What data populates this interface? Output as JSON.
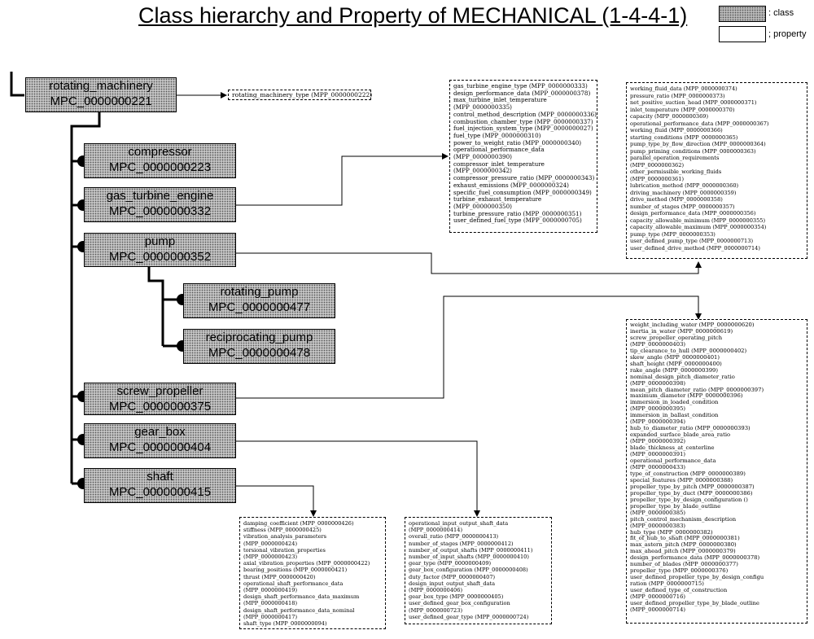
{
  "title": "Class hierarchy and Property of MECHANICAL (1-4-4-1)",
  "legend": {
    "class_label": ": class",
    "property_label": "; property"
  },
  "classes": {
    "rotating_machinery": {
      "name": "rotating_machinery",
      "id": "MPC_0000000221"
    },
    "compressor": {
      "name": "compressor",
      "id": "MPC_0000000223"
    },
    "gas_turbine_engine": {
      "name": "gas_turbine_engine",
      "id": "MPC_0000000332"
    },
    "pump": {
      "name": "pump",
      "id": "MPC_0000000352"
    },
    "rotating_pump": {
      "name": "rotating_pump",
      "id": "MPC_0000000477"
    },
    "reciprocating_pump": {
      "name": "reciprocating_pump",
      "id": "MPC_0000000478"
    },
    "screw_propeller": {
      "name": "screw_propeller",
      "id": "MPC_0000000375"
    },
    "gear_box": {
      "name": "gear_box",
      "id": "MPC_0000000404"
    },
    "shaft": {
      "name": "shaft",
      "id": "MPC_0000000415"
    }
  },
  "properties": {
    "rotating_machinery": [
      "rotating_machinery_type (MPP_0000000222)"
    ],
    "gas_turbine_engine": [
      "gas_turbine_engine_type (MPP_0000000333)",
      "design_performance_data (MPP_0000000378)",
      "max_turbine_inlet_temperature",
      "(MPP_0000000335)",
      "control_method_description (MPP_0000000336)",
      "combustion_chamber_type (MPP_0000000337)",
      "fuel_injection_system_type (MPP_0000000027)",
      "fuel_type (MPP_0000000310)",
      "power_to_weight_ratio (MPP_0000000340)",
      "operational_performance_data",
      "(MPP_0000000390)",
      "compressor_inlet_temperature",
      "(MPP_0000000342)",
      "compressor_pressure_ratio (MPP_0000000343)",
      "exhaust_emissions (MPP_0000000324)",
      "specific_fuel_consumption (MPP_0000000349)",
      "turbine_exhaust_temperature",
      "(MPP_0000000350)",
      "turbine_pressure_ratio (MPP_0000000351)",
      "user_defined_fuel_type (MPP_0000000705)"
    ],
    "pump": [
      "working_fluid_data (MPP_0000000374)",
      "pressure_ratio (MPP_0000000373)",
      "net_positive_suction_head (MPP_0000000371)",
      "inlet_temperature (MPP_0000000370)",
      "capacity (MPP_0000000369)",
      "operational_performance_data (MPP_0000000367)",
      "working_fluid (MPP_0000000366)",
      "starting_conditions (MPP_0000000365)",
      "pump_type_by_flow_direction (MPP_0000000364)",
      "pump_priming_conditions (MPP_0000000363)",
      "parallel_operation_requirements",
      "(MPP_0000000362)",
      "other_permissible_working_fluids",
      "(MPP_0000000361)",
      "lubrication_method (MPP_0000000360)",
      "driving_machinery (MPP_0000000359)",
      "drive_method (MPP_0000000358)",
      "number_of_stages (MPP_0000000357)",
      "design_performance_data (MPP_0000000356)",
      "capacity_allowable_minimum (MPP_0000000355)",
      "capacity_allowable_maximum (MPP_0000000354)",
      "pump_type (MPP_0000000353)",
      "user_defined_pump_type (MPP_0000000713)",
      "user_defined_drive_method (MPP_0000000714)"
    ],
    "screw_propeller": [
      "weight_including_water (MPP_0000000620)",
      "inertia_in_water (MPP_0000000619)",
      "screw_propeller_operating_pitch",
      "(MPP_0000000403)",
      "tip_clearance_to_hull (MPP_0000000402)",
      "skew_angle (MPP_0000000401)",
      "shaft_height (MPP_0000000400)",
      "rake_angle (MPP_0000000399)",
      "nominal_design_pitch_diameter_ratio",
      "(MPP_0000000398)",
      "mean_pitch_diameter_ratio (MPP_0000000397)",
      "maximum_diameter (MPP_0000000396)",
      "immersion_in_loaded_condition",
      "(MPP_0000000395)",
      "immersion_in_ballast_condition",
      "(MPP_0000000394)",
      "hub_to_diameter_ratio (MPP_0000000393)",
      "expanded_surface_blade_area_ratio",
      "(MPP_0000000392)",
      "blade_thickness_at_centerline",
      "(MPP_0000000391)",
      "operational_performance_data",
      "(MPP_0000000433)",
      "type_of_construction (MPP_0000000389)",
      "special_features (MPP_0000000388)",
      "propeller_type_by_pitch (MPP_0000000387)",
      "propeller_type_by_duct (MPP_0000000386)",
      "propeller_type_by_design_configuration ()",
      "propeller_type_by_blade_outline",
      "(MPP_0000000385)",
      "pitch_control_mechanism_description",
      "(MPP_0000000383)",
      "hub_type (MPP_0000000382)",
      "fit_of_hub_to_shaft (MPP_0000000381)",
      "max_astern_pitch (MPP_0000000380)",
      "max_ahead_pitch (MPP_0000000379)",
      "design_performance_data (MPP_0000000378)",
      "number_of_blades (MPP_0000000377)",
      "propeller_type (MPP_0000000376)",
      "user_defined_propeller_type_by_design_configu",
      "ration (MPP_0000000715)",
      "user_defined_type_of_construction",
      "(MPP_0000000716)",
      "user_defined_propeller_type_by_blade_outline",
      "(MPP_0000000714)"
    ],
    "shaft": [
      "damping_coefficient (MPP_0000000426)",
      "stiffness (MPP_0000000425)",
      "vibration_analysis_parameters",
      "(MPP_0000000424)",
      "torsional_vibration_properties",
      "(MPP_0000000423)",
      "axial_vibration_properties (MPP_0000000422)",
      "bearing_positions (MPP_0000000421)",
      "thrust (MPP_0000000420)",
      "operational_shaft_performance_data",
      "(MPP_0000000419)",
      "design_shaft_performance_data_maximum",
      "(MPP_0000000418)",
      "design_shaft_performance_data_nominal",
      "(MPP_0000000417)",
      "shaft_type (MPP_0000000094)"
    ],
    "gear_box": [
      "operational_input_output_shaft_data",
      "(MPP_0000000414)",
      "overall_ratio (MPP_0000000413)",
      "number_of_stages (MPP_0000000412)",
      "number_of_output_shafts (MPP_0000000411)",
      "number_of_input_shafts (MPP_0000000410)",
      "gear_type (MPP_0000000409)",
      "gear_box_configuration (MPP_0000000408)",
      "duty_factor (MPP_0000000407)",
      "design_input_output_shaft_data",
      "(MPP_0000000406)",
      "gear_box_type (MPP_0000000405)",
      "user_defined_gear_box_configuration",
      "(MPP_0000000723)",
      "user_defined_gear_type (MPP_0000000724)"
    ]
  }
}
